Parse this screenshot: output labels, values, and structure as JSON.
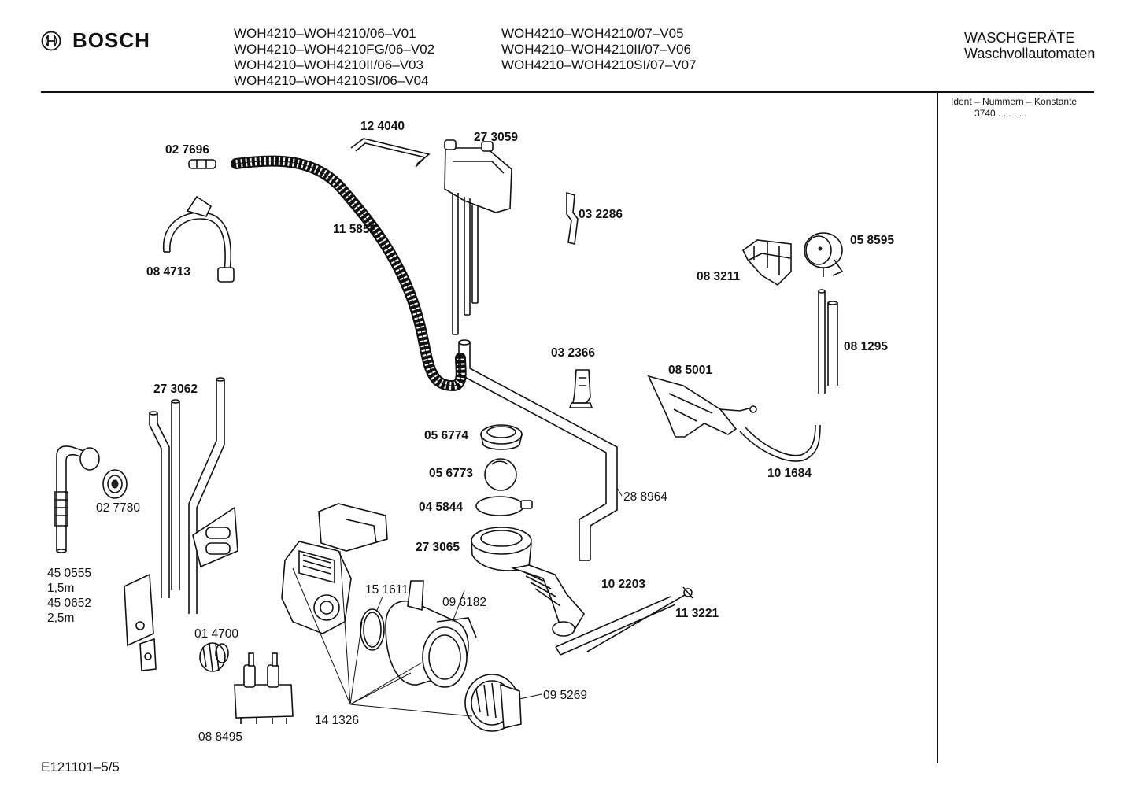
{
  "header": {
    "brand": "BOSCH",
    "models_left": [
      "WOH4210–WOH4210/06–V01",
      "WOH4210–WOH4210FG/06–V02",
      "WOH4210–WOH4210II/06–V03",
      "WOH4210–WOH4210SI/06–V04"
    ],
    "models_right": [
      "WOH4210–WOH4210/07–V05",
      "WOH4210–WOH4210II/07–V06",
      "WOH4210–WOH4210SI/07–V07"
    ],
    "category": "WASCHGERÄTE",
    "subcategory": "Waschvollautomaten"
  },
  "ident": {
    "title": "Ident – Nummern – Konstante",
    "value": "3740 . . . . . ."
  },
  "footer": {
    "code": "E121101–5/5"
  },
  "parts": {
    "p027696": "02 7696",
    "p124040": "12 4040",
    "p273059": "27 3059",
    "p032286": "03 2286",
    "p115852": "11 5852",
    "p084713": "08 4713",
    "p058595": "05 8595",
    "p083211": "08 3211",
    "p081295": "08 1295",
    "p032366": "03 2366",
    "p085001": "08 5001",
    "p273062": "27 3062",
    "p056774": "05 6774",
    "p056773": "05 6773",
    "p045844": "04 5844",
    "p273065": "27 3065",
    "p101684": "10 1684",
    "p027780": "02 7780",
    "p288964": "28 8964",
    "p450555": "45 0555",
    "len1": "1,5m",
    "p450652": "45 0652",
    "len2": "2,5m",
    "p151611": "15 1611",
    "p096182": "09 6182",
    "p102203": "10 2203",
    "p113221": "11 3221",
    "p014700": "01 4700",
    "p095269": "09 5269",
    "p141326": "14 1326",
    "p088495": "08 8495"
  },
  "colors": {
    "ink": "#111111",
    "paper": "#ffffff"
  }
}
